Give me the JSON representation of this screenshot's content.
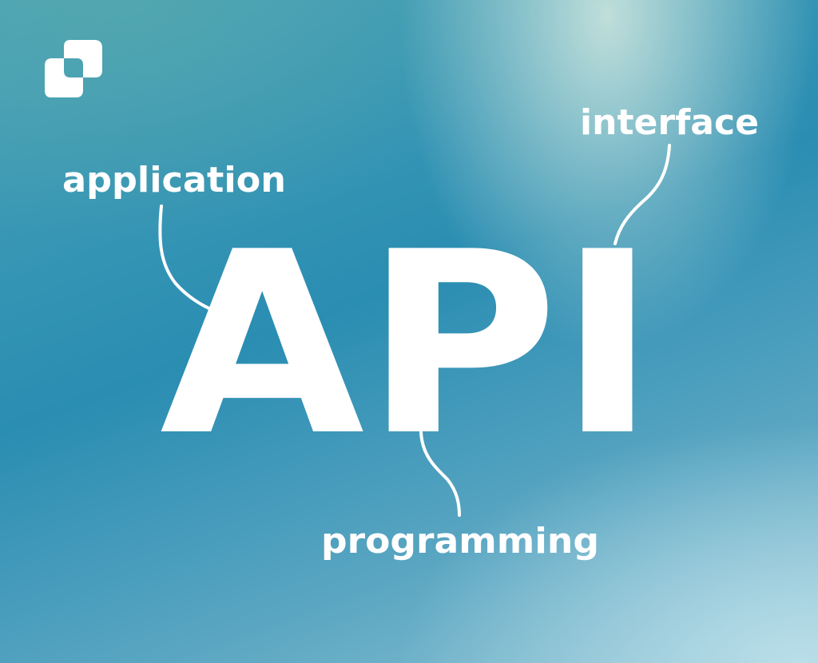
{
  "title": "API",
  "labels": {
    "application": "application",
    "interface": "interface",
    "programming": "programming"
  },
  "logo": {
    "icon": "overlapping-squares-logo"
  },
  "colors": {
    "text": "#ffffff",
    "background": "#2a8db2"
  }
}
